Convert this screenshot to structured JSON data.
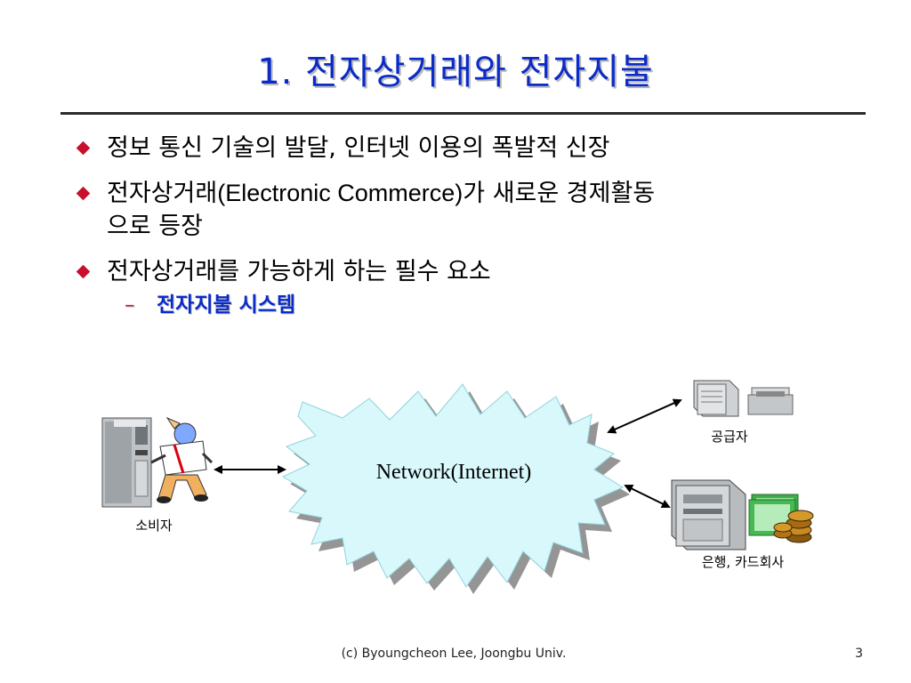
{
  "slide": {
    "title": "1. 전자상거래와 전자지불",
    "bullets": [
      {
        "text": "정보 통신 기술의 발달, 인터넷 이용의 폭발적 신장"
      },
      {
        "text_ko_prefix": "전자상거래",
        "text_en": "(Electronic Commerce)",
        "text_ko_suffix": "가 새로운 경제활동",
        "text_line2": "으로 등장"
      },
      {
        "text": "전자상거래를 가능하게 하는 필수 요소"
      }
    ],
    "sub_bullet": {
      "dash": "–",
      "text": "전자지불 시스템"
    }
  },
  "diagram": {
    "network_label": "Network(Internet)",
    "consumer_label": "소비자",
    "supplier_label": "공급자",
    "bank_label": "은행, 카드회사"
  },
  "footer": {
    "credit": "(c) Byoungcheon Lee, Joongbu Univ.",
    "page_number": "3"
  },
  "colors": {
    "title_blue": "#0a2bc8",
    "bullet_red": "#c8102e",
    "network_cyan": "#d8f8fb"
  }
}
